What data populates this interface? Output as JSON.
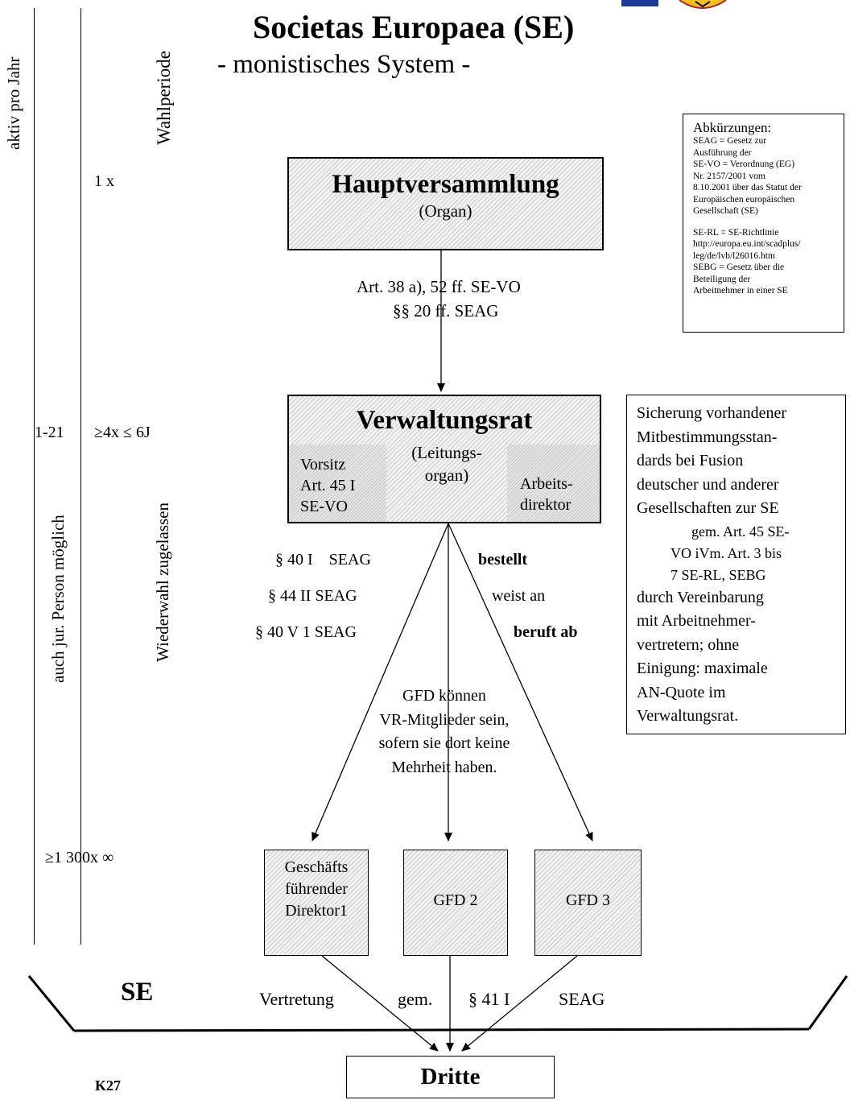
{
  "header": {
    "title": "Societas Europaea (SE)",
    "subtitle": "- monistisches System -"
  },
  "columns": {
    "col1_header": "aktiv pro Jahr",
    "col2_vertical": "auch jur. Person möglich",
    "col3_header": "Wahlperiode",
    "col3_vertical": "Wiederwahl zugelassen"
  },
  "rows": {
    "hv_freq": "1 x",
    "vr_members": "1-21",
    "vr_freq": "≥4x ≤ 6J",
    "gfd_row": "≥1 300x ∞"
  },
  "abbrev": {
    "title": "Abkürzungen:",
    "lines": [
      "SEAG = Gesetz zur",
      "Ausführung der",
      "SE-VO = Verordnung (EG)",
      "Nr. 2157/2001 vom",
      "8.10.2001 über das Statut der",
      "Europäischen europäischen",
      "Gesellschaft (SE)",
      "",
      "SE-RL = SE-Richtlinie",
      "http://europa.eu.int/scadplus/",
      "leg/de/lvb/l26016.htm",
      "SEBG = Gesetz über die",
      "Beteiligung der",
      "Arbeitnehmer in einer SE"
    ]
  },
  "hv": {
    "name": "Hauptversammlung",
    "sub": "(Organ)"
  },
  "hv_arrow": {
    "line1": "Art. 38 a), 52 ff. SE-VO",
    "line2": "§§ 20 ff. SEAG"
  },
  "vr": {
    "name": "Verwaltungsrat",
    "sub1": "(Leitungs-",
    "sub2": "organ)",
    "chair": [
      "Vorsitz",
      "Art. 45 I",
      "SE-VO"
    ],
    "labor": [
      "Arbeits-",
      "direktor"
    ]
  },
  "codet": {
    "lines": [
      "Sicherung vorhandener",
      "Mitbestimmungsstan-",
      "dards bei Fusion",
      "deutscher und anderer",
      "Gesellschaften zur SE"
    ],
    "indent": [
      "gem. Art. 45 SE-",
      "VO iVm. Art. 3 bis",
      "7 SE-RL, SEBG"
    ],
    "tail": [
      "durch Vereinbarung",
      "mit Arbeitnehmer-",
      "vertretern; ohne",
      "Einigung: maximale",
      "AN-Quote im",
      "Verwaltungsrat."
    ]
  },
  "relations": {
    "left": [
      "§ 40 I    SEAG",
      "§ 44 II SEAG",
      "§ 40 V 1 SEAG"
    ],
    "right": [
      "bestellt",
      "weist an",
      "beruft ab"
    ],
    "note": [
      "GFD können",
      "VR-Mitglieder sein,",
      "sofern sie dort keine",
      "Mehrheit haben."
    ]
  },
  "gfd": {
    "d1": [
      "Geschäfts",
      "führender",
      "Direktor1"
    ],
    "d2": "GFD 2",
    "d3": "GFD 3"
  },
  "bottom": {
    "se": "SE",
    "rep": [
      "Vertretung",
      "gem.",
      "§ 41 I",
      "SEAG"
    ],
    "third": "Dritte",
    "code": "K27"
  }
}
